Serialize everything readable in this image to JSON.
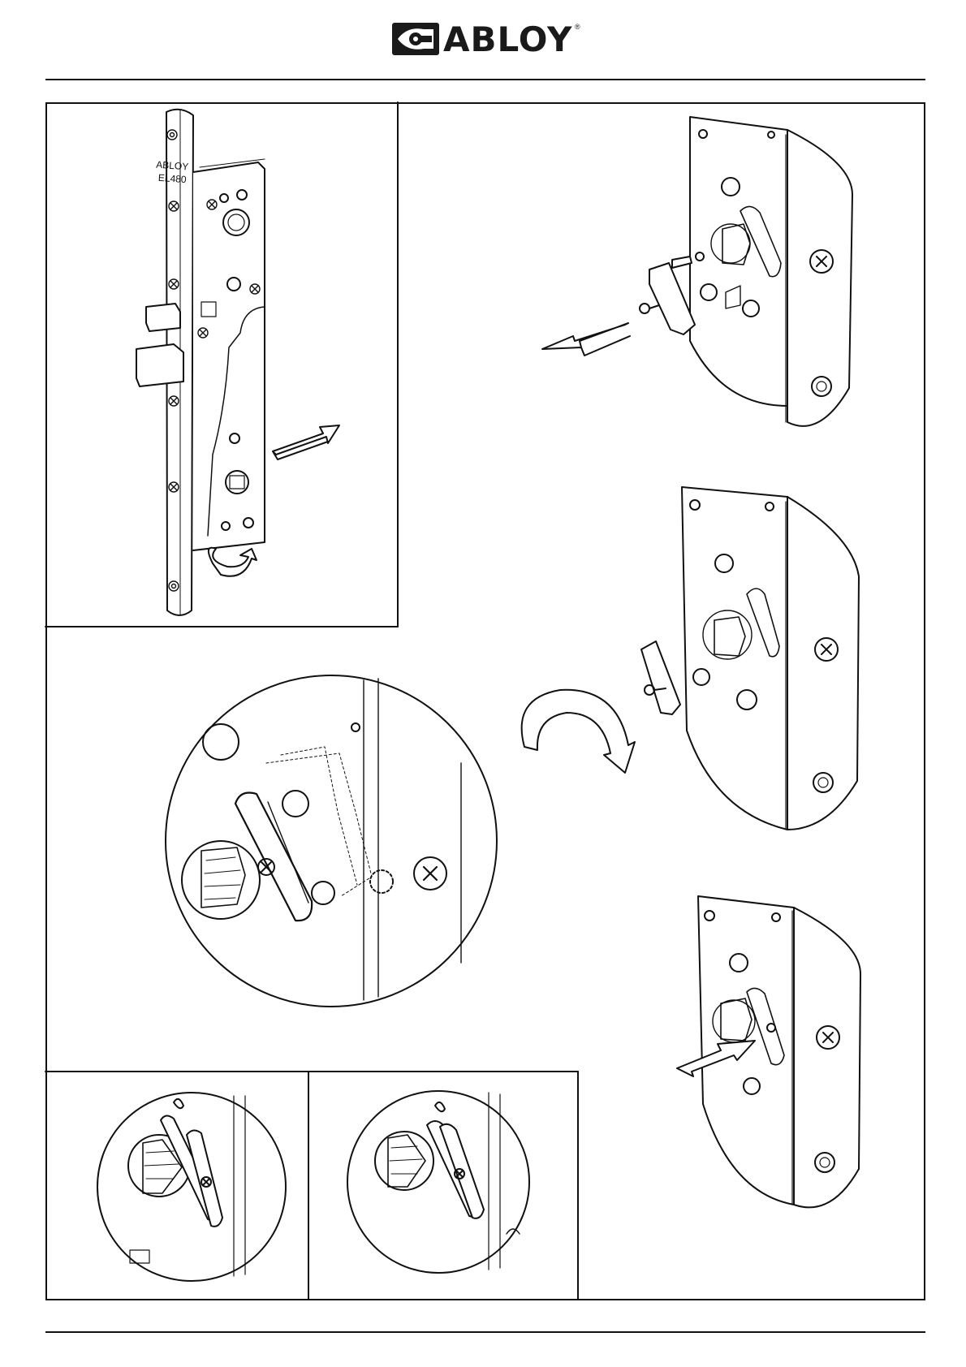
{
  "brand": {
    "name": "ABLOY",
    "registered_mark": "®"
  },
  "lock_case": {
    "label_line1": "ABLOY",
    "label_line2": "EL480"
  },
  "colors": {
    "ink": "#111111",
    "paper": "#ffffff",
    "arrow_fill": "#ffffff"
  },
  "icons": [
    "abloy-logo-icon",
    "arrow-icon",
    "rotate-arrow-icon",
    "screw-icon"
  ]
}
